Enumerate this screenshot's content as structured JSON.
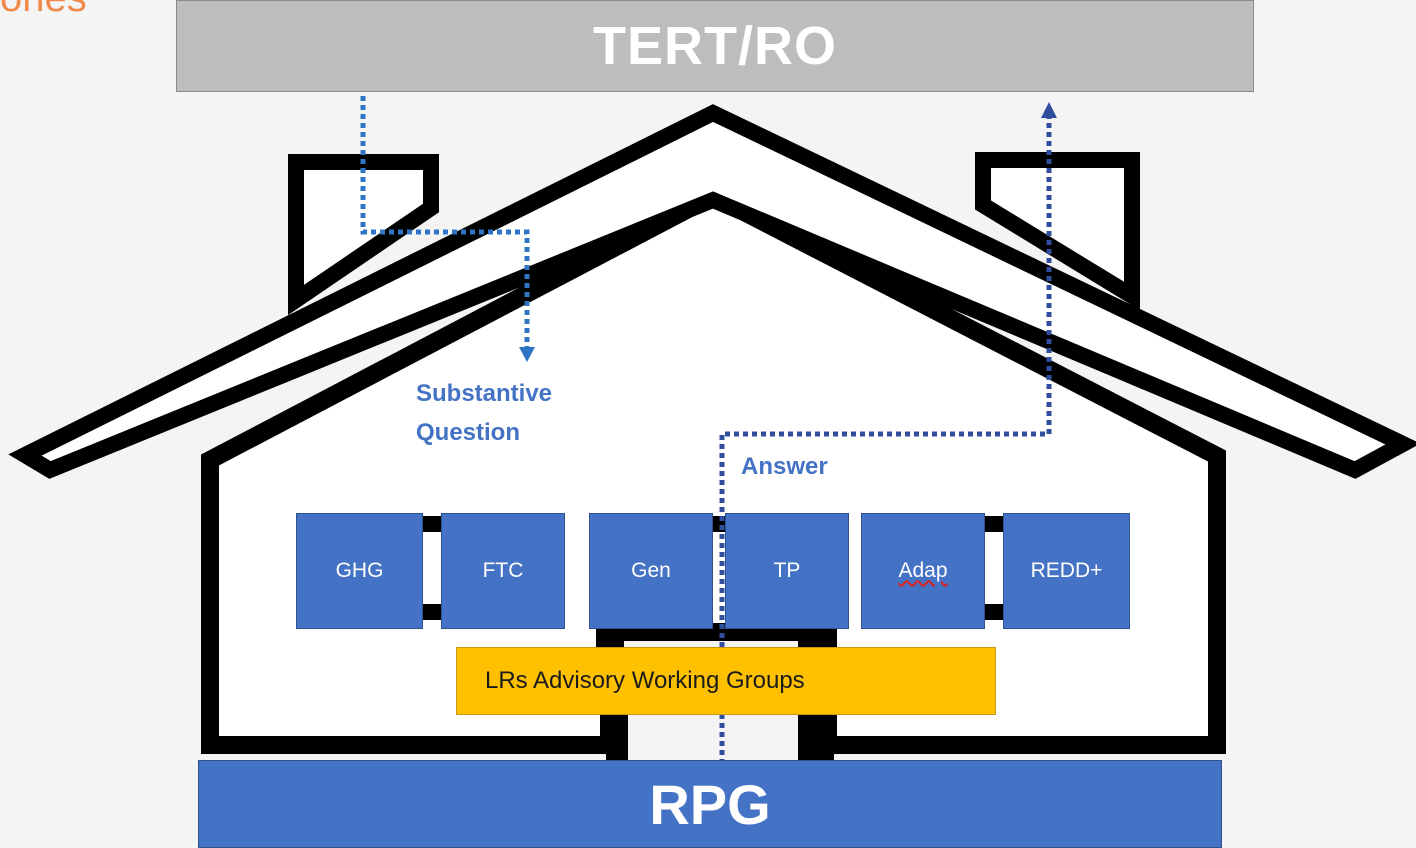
{
  "corner_fragment": "ones",
  "top_box": {
    "label": "TERT/RO"
  },
  "bottom_box": {
    "label": "RPG"
  },
  "arrows": {
    "down_label_line1": "Substantive",
    "down_label_line2": "Question",
    "up_label": "Answer"
  },
  "pillars": [
    "GHG",
    "FTC",
    "Gen",
    "TP",
    "Adap",
    "REDD+"
  ],
  "advisory": {
    "label": "LRs Advisory Working Groups"
  },
  "colors": {
    "box_blue": "#4472c4",
    "tert_gray": "#bdbdbd",
    "advisory_gold": "#ffc000",
    "arrow_blue": "#2e75c4",
    "title_orange": "#f08a4b"
  }
}
